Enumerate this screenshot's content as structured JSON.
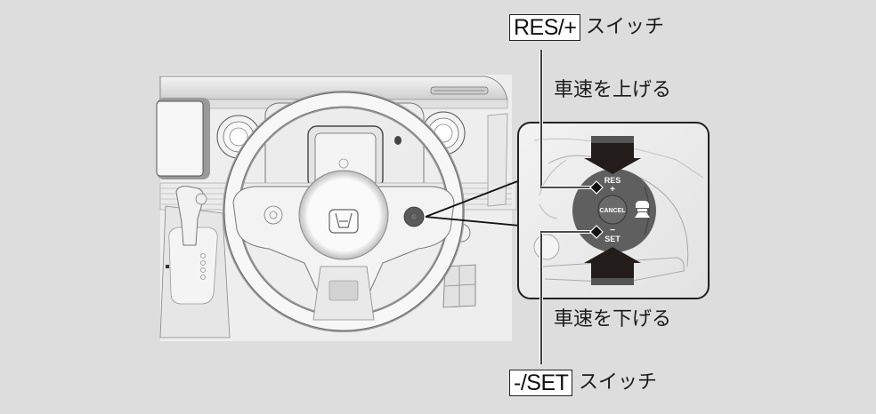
{
  "callouts": {
    "res_plus": {
      "key_label": "RES/+",
      "suffix": "スイッチ"
    },
    "minus_set": {
      "key_label": "-/SET",
      "suffix": "スイッチ"
    }
  },
  "captions": {
    "increase_speed": "車速を上げる",
    "decrease_speed": "車速を下げる"
  },
  "switch_panel": {
    "res_label": "RES",
    "plus_label": "+",
    "minus_label": "−",
    "set_label": "SET",
    "cancel_label": "CANCEL",
    "icon": "adaptive-cruise-car-icon"
  },
  "colors": {
    "background": "#dcdddc",
    "switch_body": "#5f5f5f",
    "arrow": "#221c1a",
    "outline": "#222222"
  }
}
